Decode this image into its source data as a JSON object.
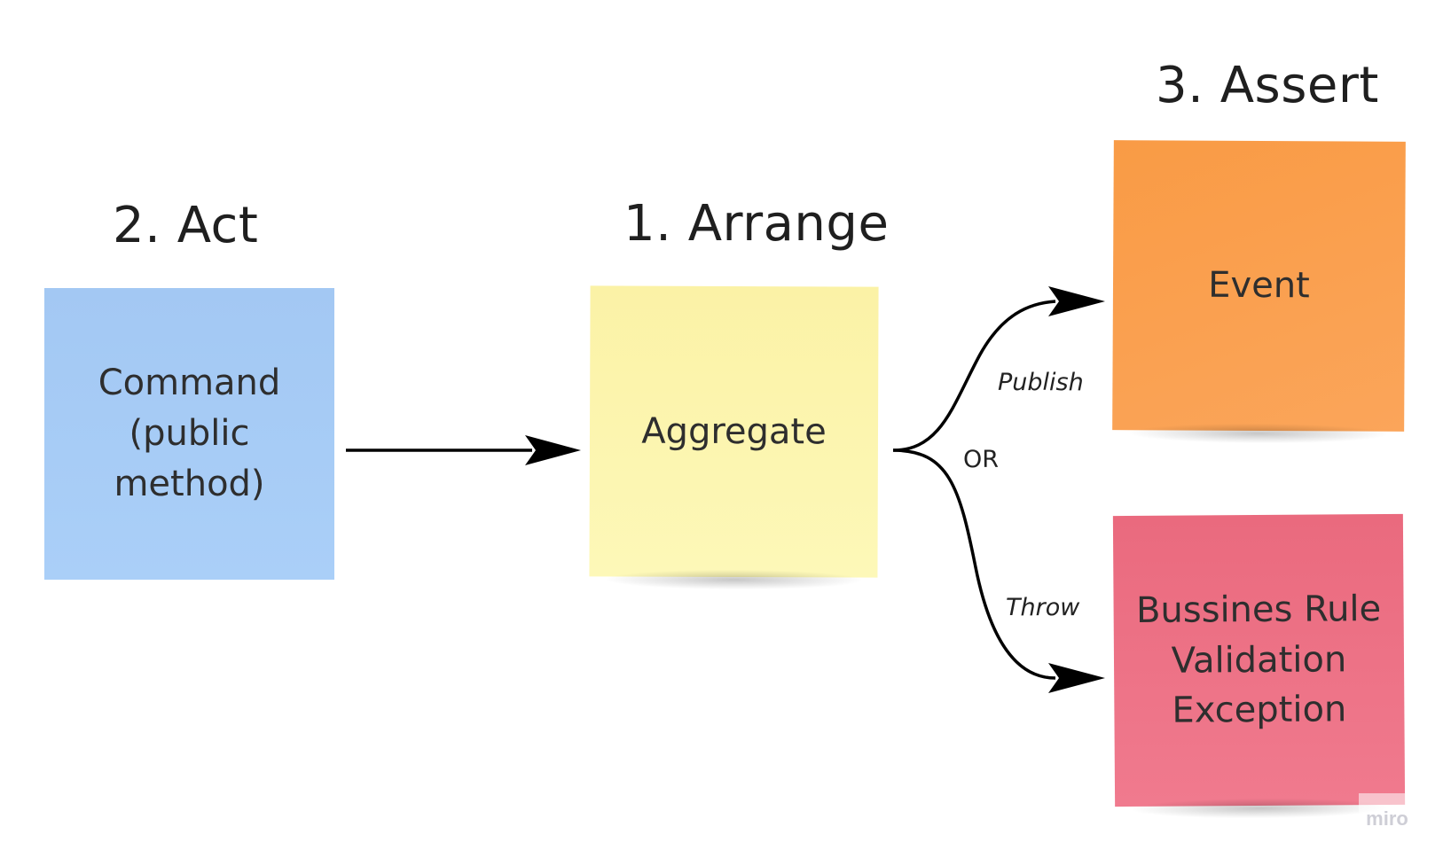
{
  "headings": {
    "act": "2. Act",
    "arrange": "1. Arrange",
    "assert": "3. Assert"
  },
  "notes": {
    "command": {
      "label": "Command\n(public\nmethod)",
      "color": "#a7ccf6"
    },
    "aggregate": {
      "label": "Aggregate",
      "color": "#fcf5b0"
    },
    "event": {
      "label": "Event",
      "color": "#faa04f"
    },
    "exception": {
      "label": "Bussines Rule\nValidation\nException",
      "color": "#ee7488"
    }
  },
  "connectors": {
    "publish_label": "Publish",
    "or_label": "OR",
    "throw_label": "Throw"
  },
  "watermark": "miro"
}
